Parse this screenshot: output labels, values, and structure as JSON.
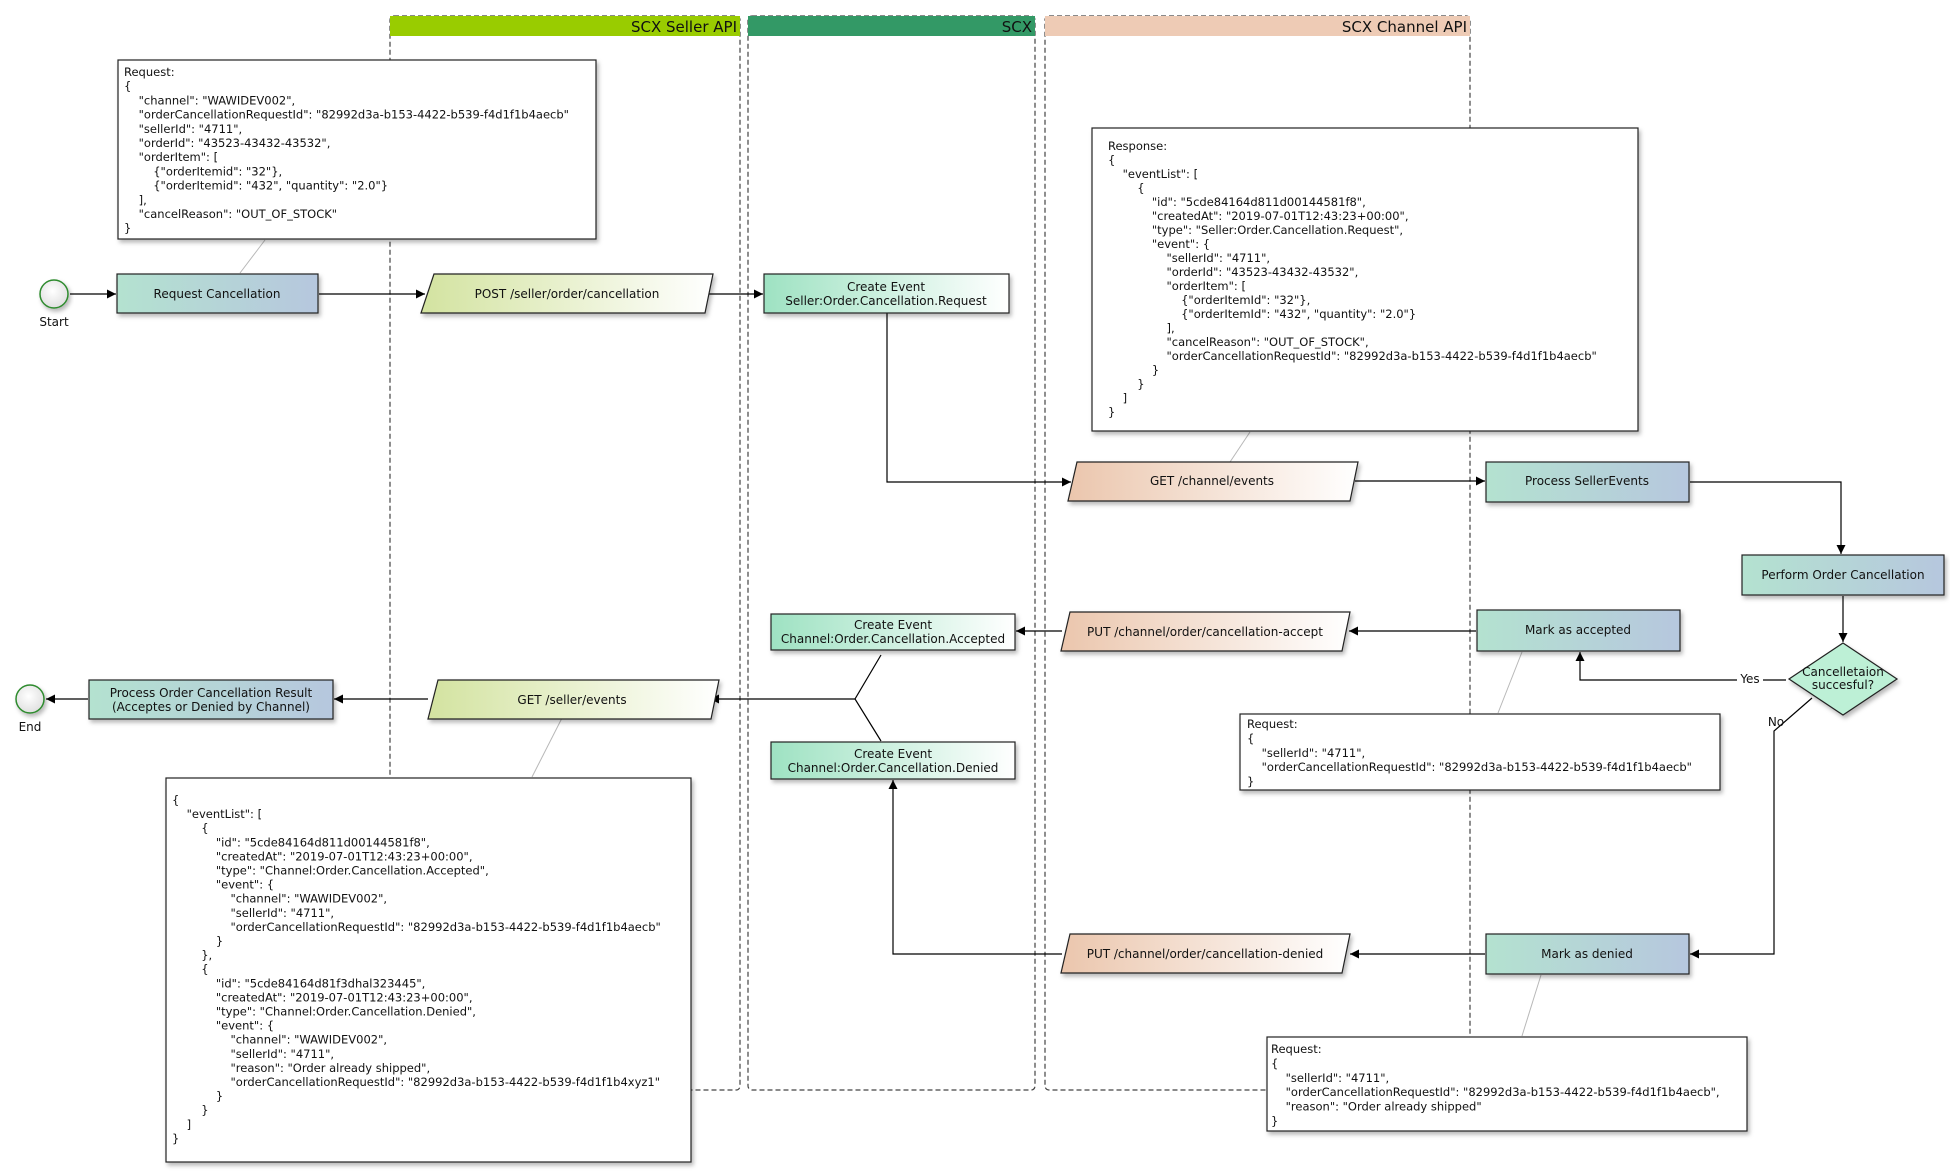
{
  "lanes": {
    "seller_api": "SCX Seller API",
    "scx": "SCX",
    "channel_api": "SCX Channel API"
  },
  "events": {
    "start": "Start",
    "end": "End"
  },
  "tasks": {
    "request_cancellation": "Request Cancellation",
    "create_event_request": [
      "Create Event",
      "Seller:Order.Cancellation.Request"
    ],
    "process_seller_events": "Process SellerEvents",
    "perform_order_cancellation": "Perform Order Cancellation",
    "mark_accepted": "Mark as accepted",
    "mark_denied": "Mark as denied",
    "create_event_accepted": [
      "Create Event",
      "Channel:Order.Cancellation.Accepted"
    ],
    "create_event_denied": [
      "Create Event",
      "Channel:Order.Cancellation.Denied"
    ],
    "process_result": [
      "Process Order Cancellation Result",
      "(Acceptes or Denied by Channel)"
    ]
  },
  "endpoints": {
    "post_cancellation": "POST /seller/order/cancellation",
    "get_channel_events": "GET /channel/events",
    "put_accept": "PUT /channel/order/cancellation-accept",
    "put_denied": "PUT /channel/order/cancellation-denied",
    "get_seller_events": "GET /seller/events"
  },
  "gateway": {
    "label": [
      "Cancelletaion",
      "succesful?"
    ],
    "yes": "Yes",
    "no": "No"
  },
  "notes": {
    "request_cancellation": [
      "Request:",
      "{",
      "    \"channel\": \"WAWIDEV002\",",
      "    \"orderCancellationRequestId\": \"82992d3a-b153-4422-b539-f4d1f1b4aecb\"",
      "    \"sellerId\": \"4711\",",
      "    \"orderId\": \"43523-43432-43532\",",
      "    \"orderItem\": [",
      "        {\"orderItemid\": \"32\"},",
      "        {\"orderItemid\": \"432\", \"quantity\": \"2.0\"}",
      "    ],",
      "    \"cancelReason\": \"OUT_OF_STOCK\"",
      "}"
    ],
    "channel_events_response": [
      "Response:",
      "{",
      "    \"eventList\": [",
      "        {",
      "            \"id\": \"5cde84164d811d00144581f8\",",
      "            \"createdAt\": \"2019-07-01T12:43:23+00:00\",",
      "            \"type\": \"Seller:Order.Cancellation.Request\",",
      "            \"event\": {",
      "                \"sellerId\": \"4711\",",
      "                \"orderId\": \"43523-43432-43532\",",
      "                \"orderItem\": [",
      "                    {\"orderItemId\": \"32\"},",
      "                    {\"orderItemId\": \"432\", \"quantity\": \"2.0\"}",
      "                ],",
      "                \"cancelReason\": \"OUT_OF_STOCK\",",
      "                \"orderCancellationRequestId\": \"82992d3a-b153-4422-b539-f4d1f1b4aecb\"",
      "            }",
      "        }",
      "    ]",
      "}"
    ],
    "accept_request": [
      "Request:",
      "{",
      "    \"sellerId\": \"4711\",",
      "    \"orderCancellationRequestId\": \"82992d3a-b153-4422-b539-f4d1f1b4aecb\"",
      "}"
    ],
    "denied_request": [
      "Request:",
      "{",
      "    \"sellerId\": \"4711\",",
      "    \"orderCancellationRequestId\": \"82992d3a-b153-4422-b539-f4d1f1b4aecb\",",
      "    \"reason\": \"Order already shipped\"",
      "}"
    ],
    "seller_events_response": [
      "{",
      "    \"eventList\": [",
      "        {",
      "            \"id\": \"5cde84164d811d00144581f8\",",
      "            \"createdAt\": \"2019-07-01T12:43:23+00:00\",",
      "            \"type\": \"Channel:Order.Cancellation.Accepted\",",
      "            \"event\": {",
      "                \"channel\": \"WAWIDEV002\",",
      "                \"sellerId\": \"4711\",",
      "                \"orderCancellationRequestId\": \"82992d3a-b153-4422-b539-f4d1f1b4aecb\"",
      "            }",
      "        },",
      "        {",
      "            \"id\": \"5cde84164d81f3dhal323445\",",
      "            \"createdAt\": \"2019-07-01T12:43:23+00:00\",",
      "            \"type\": \"Channel:Order.Cancellation.Denied\",",
      "            \"event\": {",
      "                \"channel\": \"WAWIDEV002\",",
      "                \"sellerId\": \"4711\",",
      "                \"reason\": \"Order already shipped\",",
      "                \"orderCancellationRequestId\": \"82992d3a-b153-4422-b539-f4d1f1b4xyz1\"",
      "            }",
      "        }",
      "    ]",
      "}"
    ]
  },
  "colors": {
    "seller_lane": "#99cc00",
    "scx_lane": "#339966",
    "channel_lane": "#eecbb5",
    "task_start": "#b4e2d0",
    "task_end": "#b6c7de",
    "seller_endpoint_start": "#d3e3a0",
    "channel_endpoint_start": "#ebc6ad",
    "scx_task_start": "#9ee2c2",
    "gateway_fill": "#bdf0d6"
  }
}
